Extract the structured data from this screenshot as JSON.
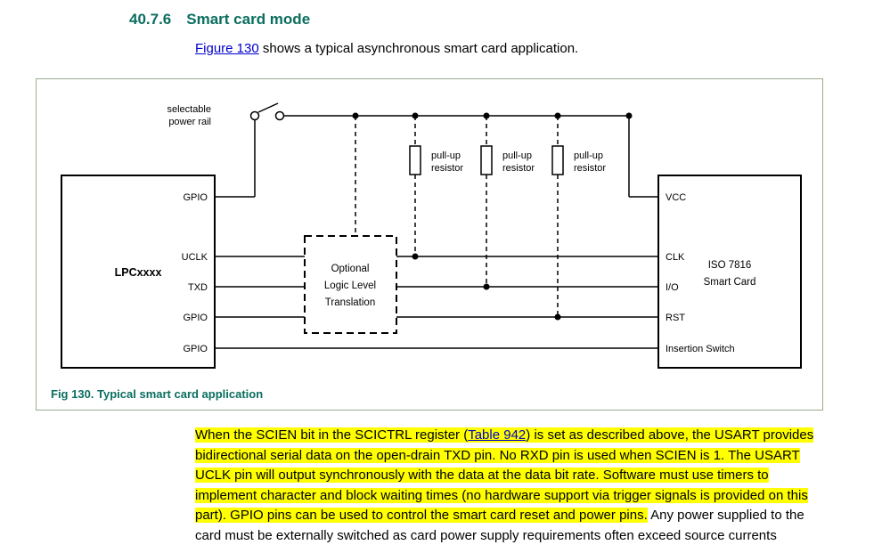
{
  "page": {
    "section_number": "40.7.6",
    "section_title": "Smart card mode",
    "intro_link": "Figure 130",
    "intro_text": " shows a typical asynchronous smart card application."
  },
  "figure": {
    "caption": "Fig 130. Typical smart card application",
    "power_rail_label_line1": "selectable",
    "power_rail_label_line2": "power rail",
    "pullup_label_line1": "pull-up",
    "pullup_label_line2": "resistor",
    "lpc_label": "LPCxxxx",
    "lpc_pins": [
      "GPIO",
      "UCLK",
      "TXD",
      "GPIO",
      "GPIO"
    ],
    "translation_label_line1": "Optional",
    "translation_label_line2": "Logic Level",
    "translation_label_line3": "Translation",
    "card_label_line1": "ISO 7816",
    "card_label_line2": "Smart Card",
    "card_pins": [
      "VCC",
      "CLK",
      "I/O",
      "RST",
      "Insertion Switch"
    ]
  },
  "body": {
    "highlight_before_link": "When the SCIEN bit in the SCICTRL register (",
    "link_text": "Table 942",
    "highlight_after_link": ") is set as described above, the USART provides bidirectional serial data on the open-drain TXD pin. No RXD pin is used when SCIEN is 1. The USART UCLK pin will output synchronously with the data at the data bit rate. Software must use timers to implement character and block waiting times (no hardware support via trigger signals is provided on this part). GPIO pins can be used to control the smart card reset and power pins.",
    "plain_text": " Any power supplied to the card must be externally switched as card power supply requirements often exceed source currents"
  },
  "colors": {
    "heading": "#0a6e5f",
    "link": "#0000cc",
    "highlight": "#ffff00",
    "figure_border": "#9cab8f"
  }
}
